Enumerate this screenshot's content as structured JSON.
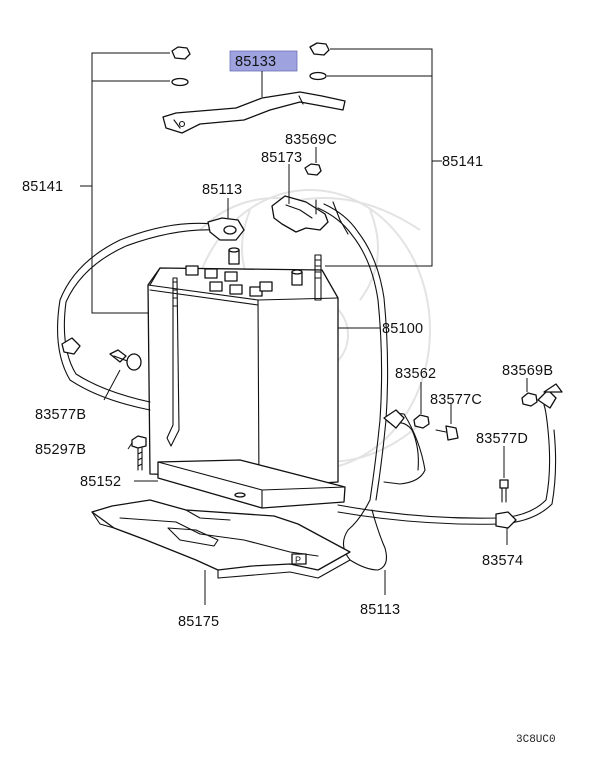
{
  "highlight_color": "#9ea3e0",
  "labels": {
    "p85133": "85133",
    "p85141_right": "85141",
    "p85141_left": "85141",
    "p83569c": "83569C",
    "p85173": "85173",
    "p85113_top": "85113",
    "p85100": "85100",
    "p83562": "83562",
    "p83569b": "83569B",
    "p83577c": "83577C",
    "p83577b": "83577B",
    "p83577d": "83577D",
    "p85297b": "85297B",
    "p85152": "85152",
    "p83574": "83574",
    "p85113_bottom": "85113",
    "p85175": "85175"
  },
  "figure_code": "3C8UC0"
}
